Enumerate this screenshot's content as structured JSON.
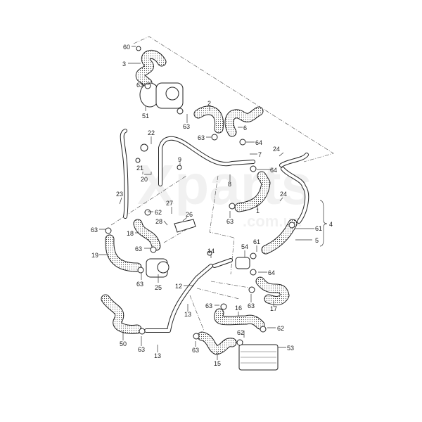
{
  "watermark": {
    "brand": "Xparts",
    "domain": ".com.ua"
  },
  "labels": [
    "60",
    "3",
    "63",
    "51",
    "2",
    "63",
    "6",
    "63",
    "64",
    "7",
    "22",
    "21",
    "20",
    "9",
    "8",
    "64",
    "24",
    "24",
    "23",
    "62",
    "27",
    "26",
    "28",
    "63",
    "18",
    "63",
    "19",
    "63",
    "25",
    "1",
    "63",
    "61",
    "4",
    "5",
    "14",
    "54",
    "61",
    "64",
    "12",
    "63",
    "16",
    "63",
    "17",
    "13",
    "62",
    "62",
    "50",
    "63",
    "13",
    "63",
    "15",
    "53"
  ]
}
